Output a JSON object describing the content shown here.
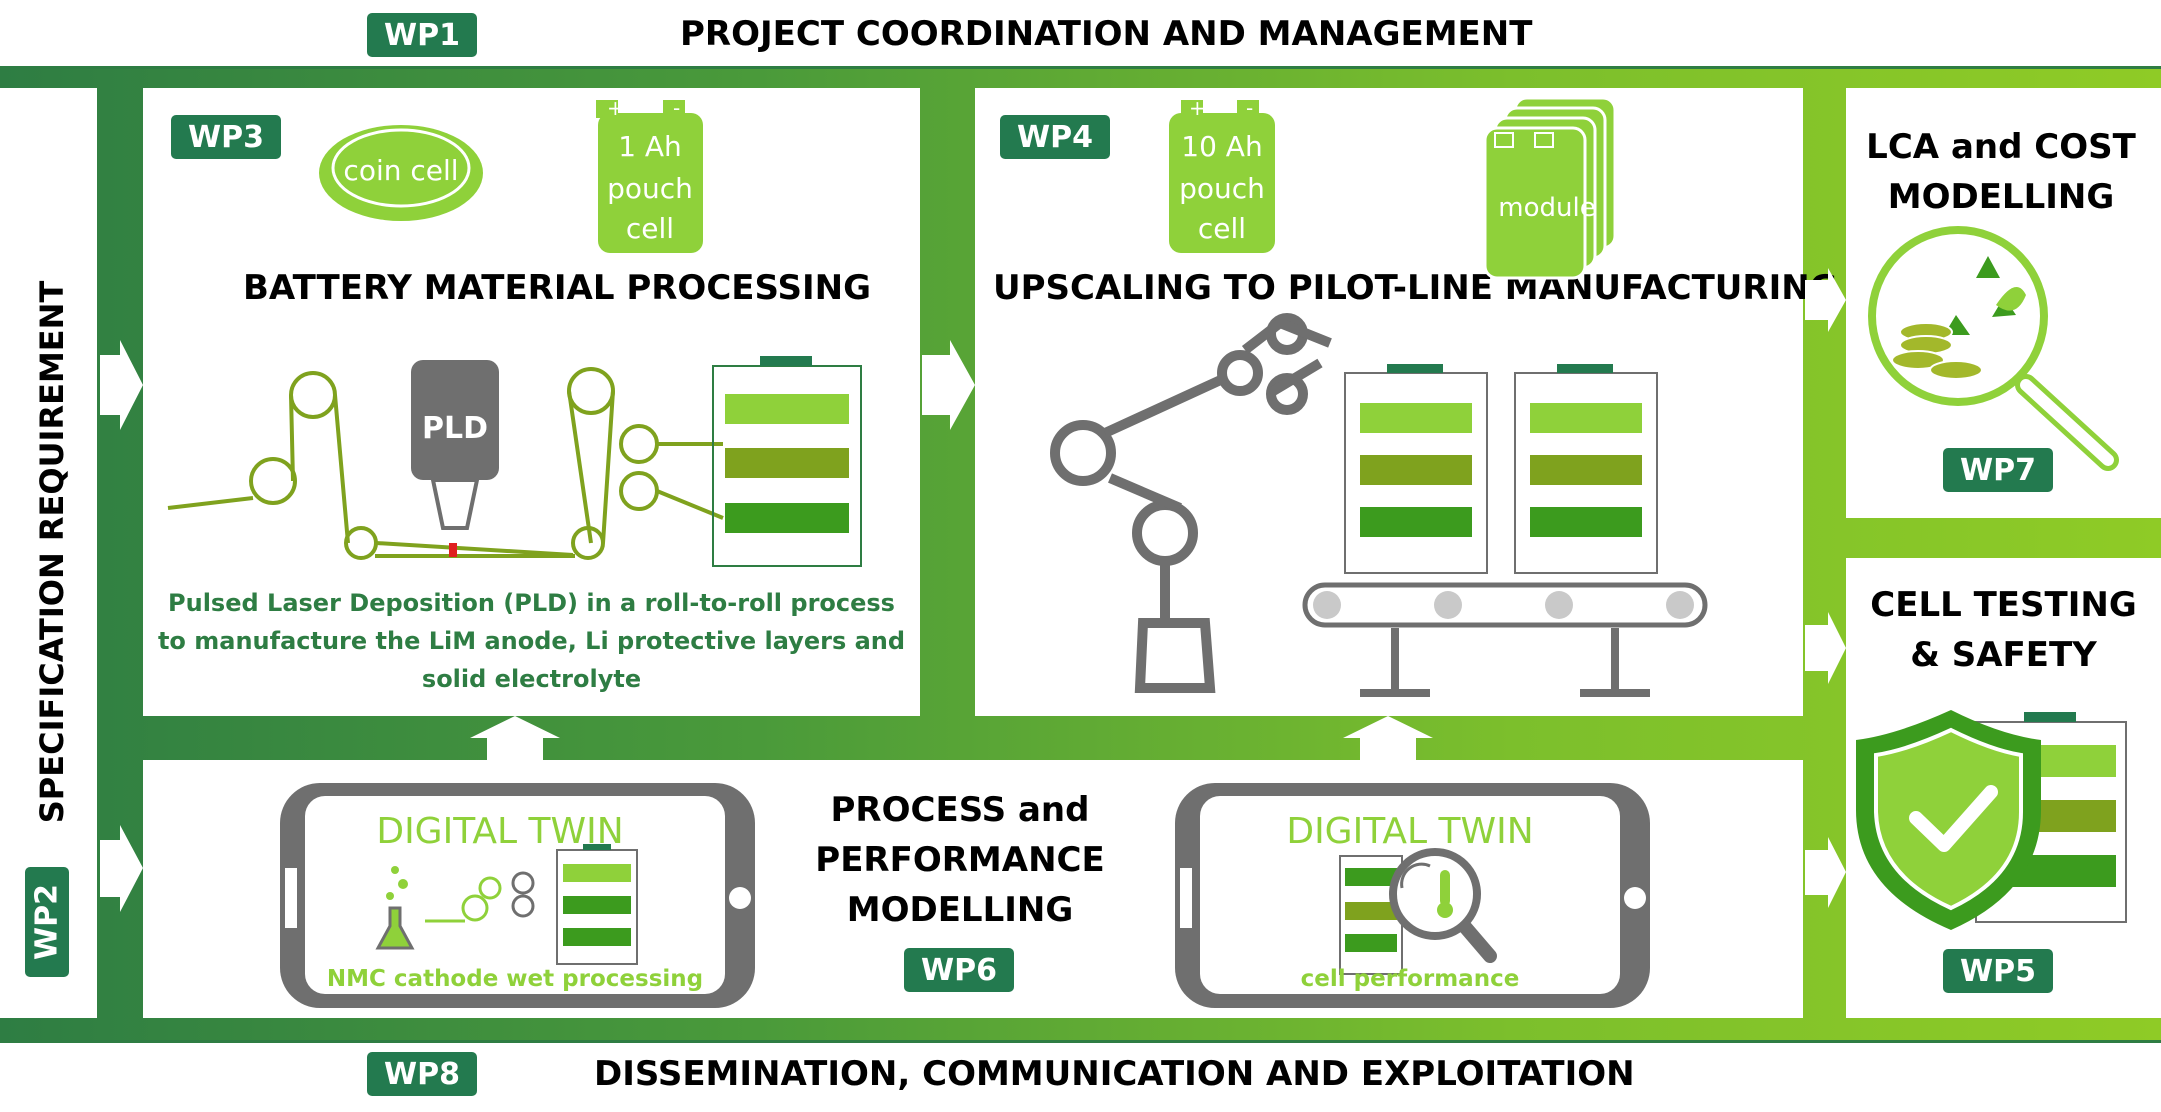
{
  "wp1": {
    "tag": "WP1",
    "title": "PROJECT COORDINATION AND MANAGEMENT"
  },
  "wp2": {
    "tag": "WP2",
    "title": "SPECIFICATION REQUIREMENT"
  },
  "wp3": {
    "tag": "WP3",
    "title": "BATTERY MATERIAL PROCESSING",
    "coin_cell": "coin cell",
    "pouch_line1": "1 Ah",
    "pouch_line2": "pouch",
    "pouch_line3": "cell",
    "pld": "PLD",
    "desc_line1": "Pulsed Laser Deposition (PLD) in a roll-to-roll process",
    "desc_line2": "to manufacture the LiM anode, Li protective layers and",
    "desc_line3": "solid electrolyte"
  },
  "wp4": {
    "tag": "WP4",
    "title": "UPSCALING TO PILOT-LINE MANUFACTURING",
    "pouch_line1": "10 Ah",
    "pouch_line2": "pouch",
    "pouch_line3": "cell",
    "module": "module"
  },
  "wp5": {
    "tag": "WP5",
    "title_line1": "CELL TESTING",
    "title_line2": "& SAFETY"
  },
  "wp6": {
    "tag": "WP6",
    "title_line1": "PROCESS and",
    "title_line2": "PERFORMANCE",
    "title_line3": "MODELLING",
    "twin_left_title": "DIGITAL TWIN",
    "twin_left_caption": "NMC cathode wet processing",
    "twin_right_title": "DIGITAL TWIN",
    "twin_right_caption": "cell performance"
  },
  "wp7": {
    "tag": "WP7",
    "title_line1": "LCA and COST",
    "title_line2": "MODELLING"
  },
  "wp8": {
    "tag": "WP8",
    "title": "DISSEMINATION, COMMUNICATION AND EXPLOITATION"
  },
  "colors": {
    "dark_green": "#237a4f",
    "light_green": "#8fd13a",
    "mid_green": "#7fa21e",
    "deep_green": "#3c9b1e",
    "grey": "#6f6f6f"
  }
}
